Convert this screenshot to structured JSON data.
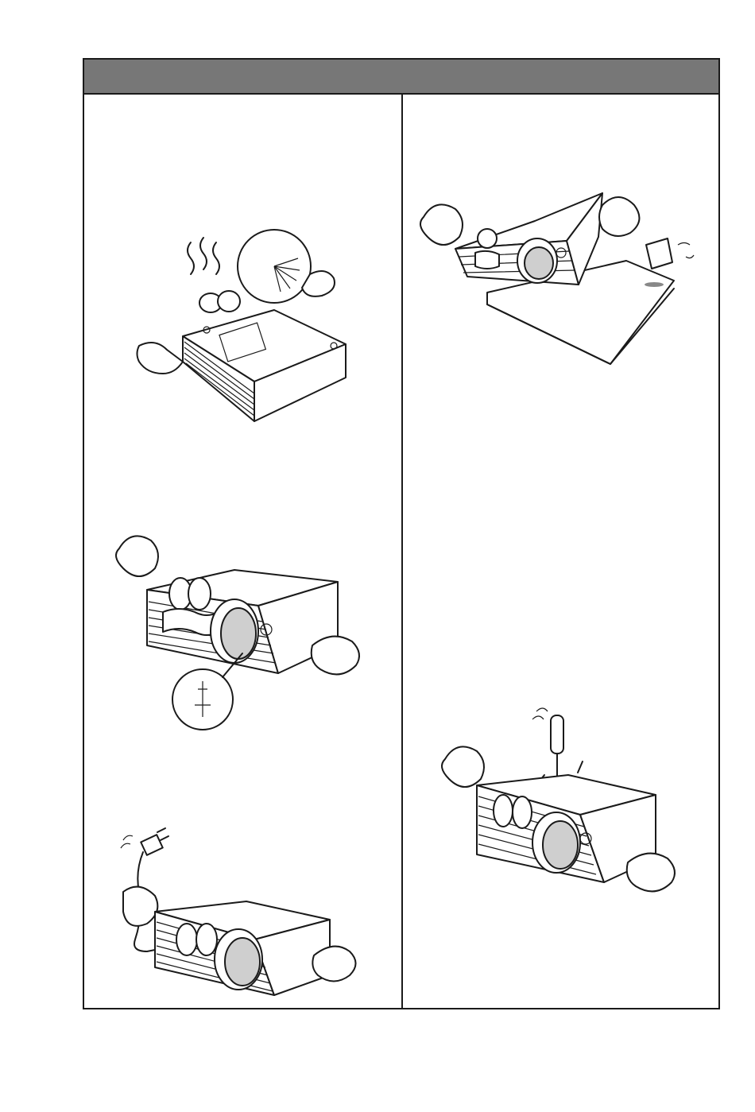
{
  "page": {
    "header_text": "",
    "illustrations": [
      {
        "id": "hot-projector",
        "icon": "projector-heat-fan-icon"
      },
      {
        "id": "lamp-projector",
        "icon": "projector-lamp-icon"
      },
      {
        "id": "unplug-projector",
        "icon": "projector-power-plug-icon"
      },
      {
        "id": "liquid-projector",
        "icon": "projector-liquid-spill-icon"
      },
      {
        "id": "screwdriver-projector",
        "icon": "projector-screwdriver-icon"
      }
    ]
  },
  "colors": {
    "header_bg": "#777777",
    "border": "#1a1a1a",
    "page_bg": "#ffffff"
  }
}
